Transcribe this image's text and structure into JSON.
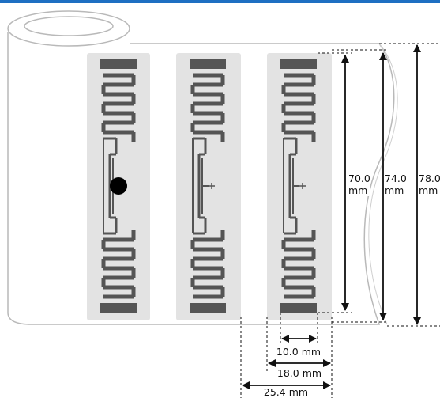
{
  "colors": {
    "top_bar": "#1e6fc2",
    "roll": "#ffffff",
    "roll_outline": "#b9b9b9",
    "label": "#e3e3e3",
    "antenna": "#555555",
    "chip": "#000000",
    "dimension": "#111111"
  },
  "dimensions": {
    "height_inner": {
      "value": "70.0",
      "unit": "mm"
    },
    "height_mid": {
      "value": "74.0",
      "unit": "mm"
    },
    "height_outer": {
      "value": "78.0",
      "unit": "mm"
    },
    "width_antenna": {
      "text": "10.0 mm"
    },
    "width_label": {
      "text": "18.0 mm"
    },
    "width_pitch": {
      "text": "25.4 mm"
    }
  },
  "labels": [
    {
      "id": "label-1",
      "has_chip": true
    },
    {
      "id": "label-2",
      "has_chip": false
    },
    {
      "id": "label-3",
      "has_chip": false
    }
  ]
}
